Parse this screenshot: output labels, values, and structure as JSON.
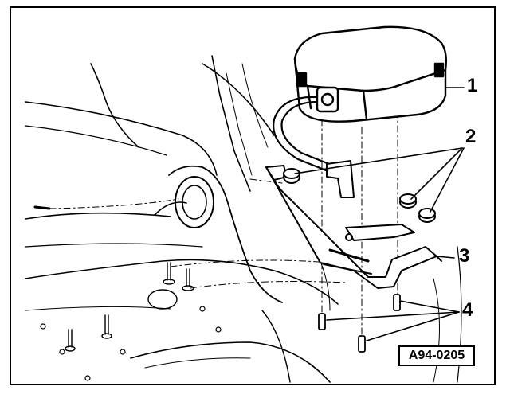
{
  "callouts": {
    "c1": "1",
    "c2": "2",
    "c3": "3",
    "c4": "4"
  },
  "reference_code": "A94-0205"
}
